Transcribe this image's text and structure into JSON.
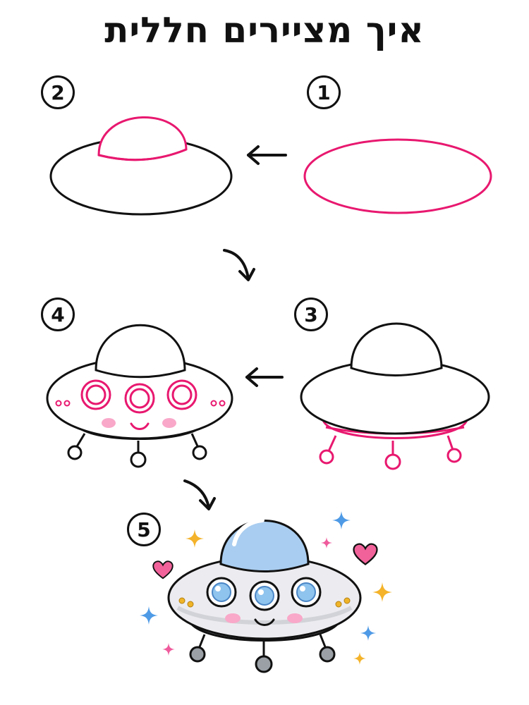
{
  "title": "איך מציירים חללית",
  "steps": [
    {
      "number": "1"
    },
    {
      "number": "2"
    },
    {
      "number": "3"
    },
    {
      "number": "4"
    },
    {
      "number": "5"
    }
  ],
  "colors": {
    "outline": "#111111",
    "highlight": "#e8186f",
    "dome": "#a9cdf0",
    "body": "#e9e9ee",
    "base": "#a8acb2",
    "window": "#8fc4ee",
    "cheek": "#f9a8c9",
    "light": "#f0b429",
    "heart": "#f2629a",
    "sparkle_blue": "#4e9ae6",
    "sparkle_yellow": "#f4b32a",
    "sparkle_pink": "#ef5b9c"
  }
}
